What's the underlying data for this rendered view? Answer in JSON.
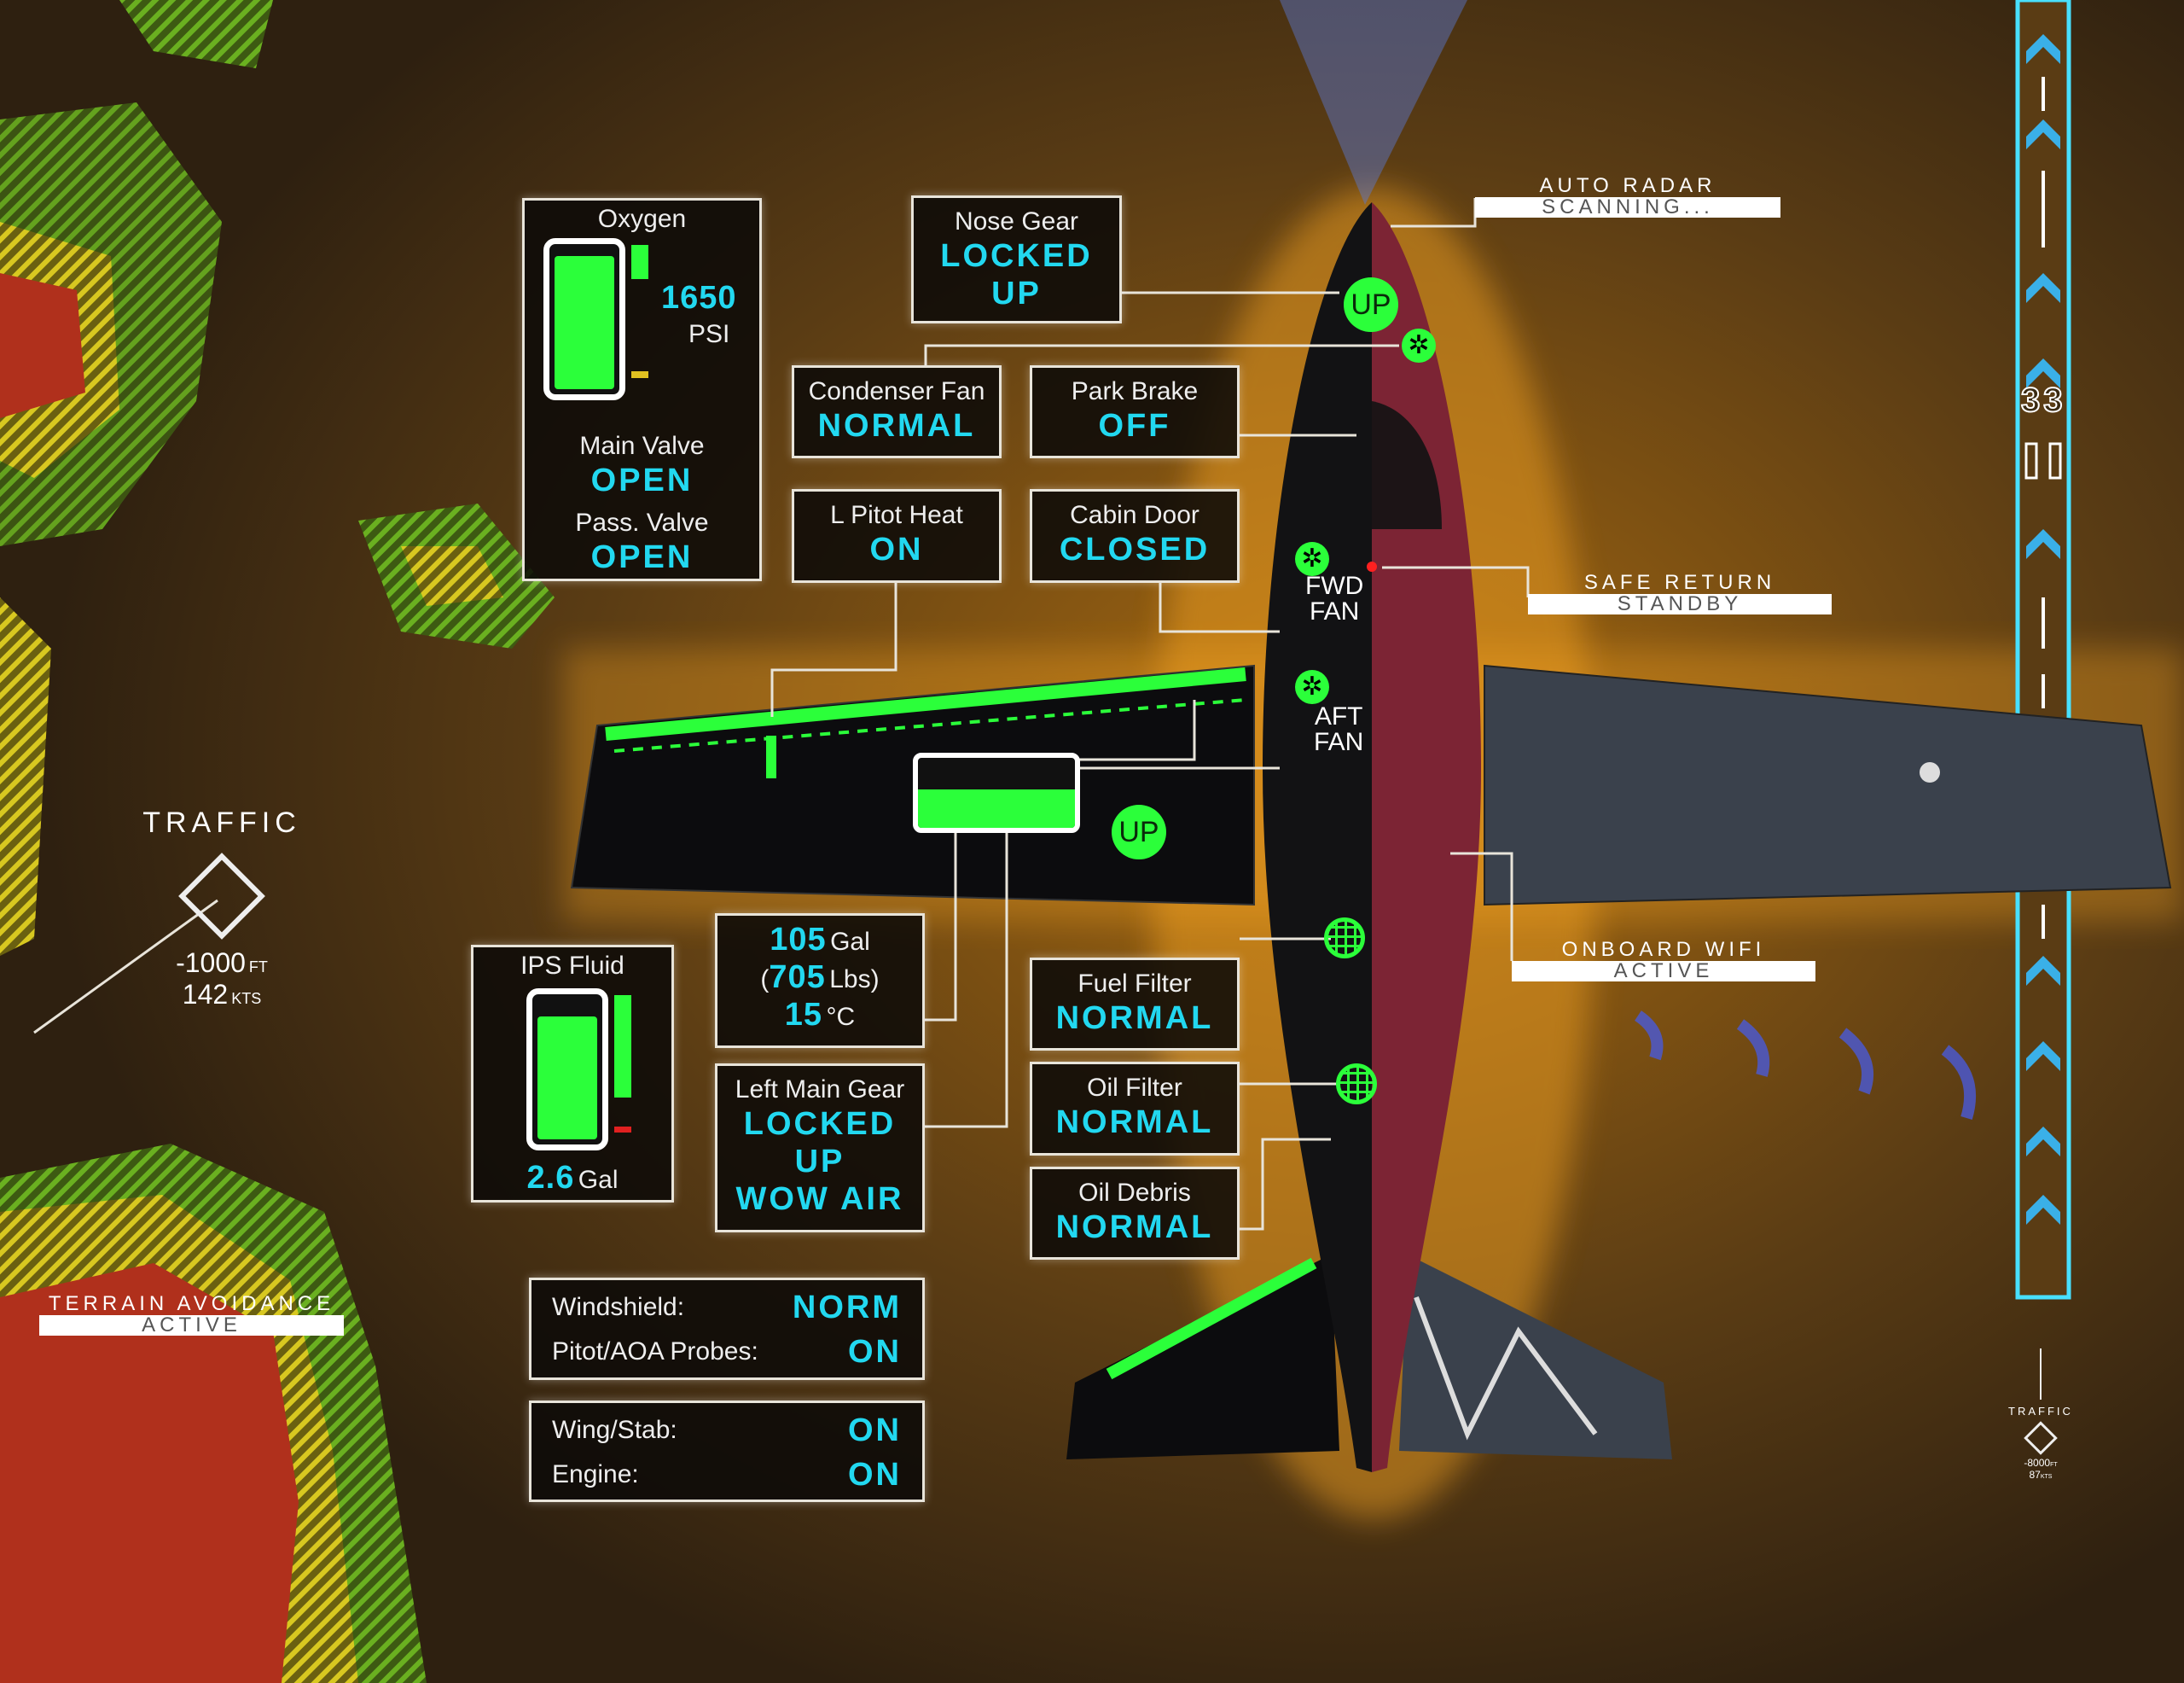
{
  "colors": {
    "accent": "#22d8f0",
    "ok_green": "#2bff3a",
    "bg": "#3a2a12",
    "fuselage": "#8a2a3a",
    "wing": "#3a414c"
  },
  "oxygen": {
    "title": "Oxygen",
    "pressure": "1650",
    "pressure_unit": "PSI",
    "level": 0.95,
    "main_valve_label": "Main Valve",
    "main_valve": "OPEN",
    "pass_valve_label": "Pass. Valve",
    "pass_valve": "OPEN"
  },
  "nose_gear": {
    "title": "Nose Gear",
    "line1": "LOCKED",
    "line2": "UP"
  },
  "condenser_fan": {
    "title": "Condenser Fan",
    "value": "NORMAL"
  },
  "park_brake": {
    "title": "Park Brake",
    "value": "OFF"
  },
  "l_pitot_heat": {
    "title": "L Pitot Heat",
    "value": "ON"
  },
  "cabin_door": {
    "title": "Cabin Door",
    "value": "CLOSED"
  },
  "ips_fluid": {
    "title": "IPS Fluid",
    "value": "2.6",
    "unit": "Gal",
    "level": 0.88
  },
  "fuel": {
    "gal": "105",
    "gal_unit": "Gal",
    "lbs_open": "(",
    "lbs": "705",
    "lbs_unit": "Lbs)",
    "temp": "15",
    "temp_unit": "°C"
  },
  "left_main_gear": {
    "title": "Left Main Gear",
    "line1": "LOCKED",
    "line2": "UP",
    "line3": "WOW AIR"
  },
  "fuel_filter": {
    "title": "Fuel Filter",
    "value": "NORMAL"
  },
  "oil_filter": {
    "title": "Oil Filter",
    "value": "NORMAL"
  },
  "oil_debris": {
    "title": "Oil Debris",
    "value": "NORMAL"
  },
  "ice1": [
    {
      "k": "Windshield:",
      "v": "NORM"
    },
    {
      "k": "Pitot/AOA Probes:",
      "v": "ON"
    }
  ],
  "ice2": [
    {
      "k": "Wing/Stab:",
      "v": "ON"
    },
    {
      "k": "Engine:",
      "v": "ON"
    }
  ],
  "plane": {
    "nose_gear_badge": "UP",
    "main_gear_badge": "UP",
    "fwd_fan": "FWD\nFAN",
    "aft_fan": "AFT\nFAN"
  },
  "tags": {
    "auto_radar": {
      "t1": "AUTO RADAR",
      "t2": "SCANNING..."
    },
    "safe_return": {
      "t1": "SAFE RETURN",
      "t2": "STANDBY"
    },
    "onboard_wifi": {
      "t1": "ONBOARD WIFI",
      "t2": "ACTIVE"
    },
    "terrain": {
      "t1": "TERRAIN AVOIDANCE",
      "t2": "ACTIVE"
    }
  },
  "traffic_left": {
    "label": "TRAFFIC",
    "alt": "-1000",
    "alt_unit": "FT",
    "speed": "142",
    "speed_unit": "KTS"
  },
  "traffic_right": {
    "label": "TRAFFIC",
    "alt": "-8000",
    "alt_unit": "FT",
    "speed": "87",
    "speed_unit": "KTS"
  },
  "runway": {
    "number": "33"
  }
}
